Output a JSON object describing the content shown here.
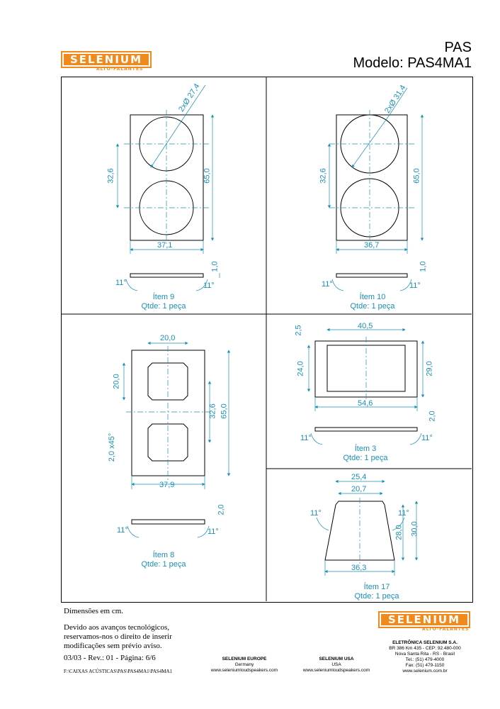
{
  "header": {
    "brand": "SELENIUM",
    "brand_sub": "ALTO-FALANTES",
    "title_line1": "PAS",
    "title_line2": "Modelo: PAS4MA1"
  },
  "panels": {
    "item9": {
      "diam": "2xØ 27,4",
      "spacing": "32,6",
      "height": "65,0",
      "width": "37,1",
      "thick": "1,0",
      "angle_left": "11°",
      "angle_right": "11°",
      "label": "Ítem 9",
      "qty": "Qtde: 1 peça"
    },
    "item10": {
      "diam": "2xØ 31,4",
      "spacing": "32,6",
      "height": "65,0",
      "width": "36,7",
      "thick": "1,0",
      "angle_left": "11°",
      "angle_right": "11°",
      "label": "Ítem 10",
      "qty": "Qtde: 1 peça"
    },
    "item8": {
      "top_width": "20,0",
      "cut_height": "20,0",
      "chamfer": "2,0 x45°",
      "spacing": "32,6",
      "height": "65,0",
      "width": "37,9",
      "thick": "2,0",
      "angle_left": "11°",
      "angle_right": "11°",
      "label": "Ítem 8",
      "qty": "Qtde: 1 peça"
    },
    "item3": {
      "top_margin": "2,5",
      "inner_width": "40,5",
      "inner_height": "24,0",
      "height": "29,0",
      "width": "54,6",
      "thick": "2,0",
      "angle_left": "11°",
      "angle_right": "11°",
      "label": "Ítem 3",
      "qty": "Qtde: 1 peça"
    },
    "item17": {
      "top_width": "25,4",
      "inner_top": "20,7",
      "angle_left": "11°",
      "angle_right": "11°",
      "height_inner": "28,0",
      "height": "30,0",
      "bottom_width": "36,3",
      "label": "Ítem 17",
      "qty": "Qtde: 1 peça"
    }
  },
  "notes": {
    "units": "Dimensões em cm.",
    "disclaimer1": "Devido aos avanços tecnológicos,",
    "disclaimer2": "reservamos-nos o direito de inserir",
    "disclaimer3": "modificações sem prévio aviso.",
    "revision": "03/03 - Rev.: 01 - Página: 6/6",
    "path": "F:\\CAIXAS ACÚSTICAS\\PAS\\PAS4MA1\\PAS4MA1"
  },
  "footer": {
    "europe_title": "SELENIUM EUROPE",
    "europe_country": "Germany",
    "europe_web": "www.seleniumloudspeakers.com",
    "usa_title": "SELENIUM USA",
    "usa_country": "USA",
    "usa_web": "www.seleniumloudspeakers.com",
    "company": "ELETRÔNICA SELENIUM S.A.",
    "addr1": "BR 386 Km 435 - CEP: 92.480-000",
    "addr2": "Nova Santa Rita - RS - Brasil",
    "tel": "Tel.: (51) 479-4000",
    "fax": "Fax: (51) 479-1150",
    "web": "www.selenium.com.br"
  },
  "colors": {
    "brand": "#f18a1d",
    "dimension": "#1a8fb5"
  }
}
